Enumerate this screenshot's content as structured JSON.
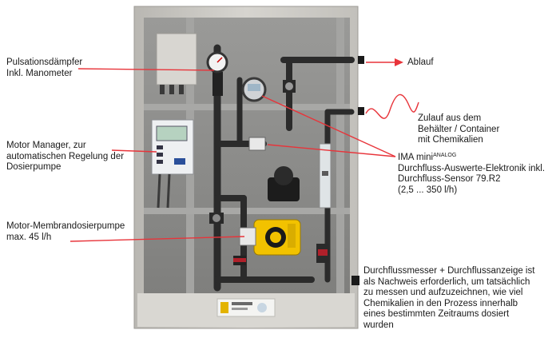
{
  "callouts": {
    "pulsation_damper": {
      "lines": [
        "Pulsationsdämpfer",
        "Inkl. Manometer"
      ]
    },
    "motor_manager": {
      "lines": [
        "Motor Manager, zur",
        "automatischen Regelung der",
        "Dosierpumpe"
      ]
    },
    "diaphragm_pump": {
      "lines": [
        "Motor-Membrandosierpumpe",
        "max. 45 l/h"
      ]
    },
    "drain": {
      "lines": [
        "Ablauf"
      ]
    },
    "inlet": {
      "lines": [
        "Zulauf aus dem",
        "Behälter / Container",
        "mit Chemikalien"
      ]
    },
    "ima_electronics": {
      "title_main": "IMA mini",
      "title_sup": "ANALOG",
      "lines": [
        "Durchfluss-Auswerte-Elektronik inkl.",
        "Durchfluss-Sensor 79.R2",
        "(2,5 ... 350 l/h)"
      ]
    },
    "flowmeter_note": {
      "lines": [
        "Durchflussmesser + Durchflussanzeige ist",
        "als Nachweis erforderlich, um tatsächlich",
        "zu messen und aufzuzeichnen, wie viel",
        "Chemikalien in den Prozess innerhalb",
        "eines bestimmten Zeitraums dosiert",
        "wurden"
      ]
    }
  },
  "colors": {
    "callout_red": "#e8343a",
    "cabinet_frame": "#c9c7c2",
    "cabinet_back": "#8f8f8d",
    "pipe": "#2b2b2b",
    "pump_yellow": "#f2c200"
  }
}
